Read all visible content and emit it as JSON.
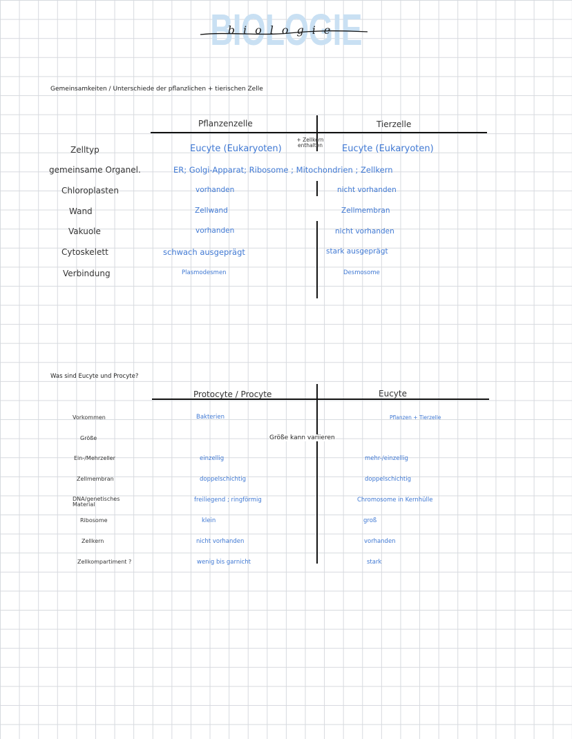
{
  "header": {
    "title": "BIOLOGIE",
    "script_title": "biologie"
  },
  "section1": {
    "heading": "Gemeinsamkeiten / Unterschiede der pflanzlichen + tierischen Zelle",
    "col_plant": "Pflanzenzelle",
    "col_animal": "Tierzelle",
    "nucleus_note": "+ Zellkern enthalten",
    "rows": [
      {
        "label": "Zelltyp",
        "plant": "Eucyte (Eukaryoten)",
        "animal": "Eucyte (Eukaryoten)"
      },
      {
        "label": "gemeinsame Organel.",
        "span": "ER; Golgi-Apparat; Ribosome ; Mitochondrien ; Zellkern"
      },
      {
        "label": "Chloroplasten",
        "plant": "vorhanden",
        "animal": "nicht vorhanden"
      },
      {
        "label": "Wand",
        "plant": "Zellwand",
        "animal": "Zellmembran"
      },
      {
        "label": "Vakuole",
        "plant": "vorhanden",
        "animal": "nicht vorhanden"
      },
      {
        "label": "Cytoskelett",
        "plant": "schwach ausgeprägt",
        "animal": "stark ausgeprägt"
      },
      {
        "label": "Verbindung",
        "plant": "Plasmodesmen",
        "animal": "Desmosome"
      }
    ]
  },
  "section2": {
    "heading": "Was sind Eucyte und Procyte?",
    "col_pro": "Protocyte / Procyte",
    "col_eu": "Eucyte",
    "size_note": "Größe kann variieren",
    "rows": [
      {
        "label": "Vorkommen",
        "pro": "Bakterien",
        "eu": "Pflanzen + Tierzelle"
      },
      {
        "label": "Größe"
      },
      {
        "label": "Ein-/Mehrzeller",
        "pro": "einzellig",
        "eu": "mehr-/einzellig"
      },
      {
        "label": "Zellmembran",
        "pro": "doppelschichtig",
        "eu": "doppelschichtig"
      },
      {
        "label": "DNA/genetisches Material",
        "pro": "freiliegend ; ringförmig",
        "eu": "Chromosome in Kernhülle"
      },
      {
        "label": "Ribosome",
        "pro": "klein",
        "eu": "groß"
      },
      {
        "label": "Zellkern",
        "pro": "nicht vorhanden",
        "eu": "vorhanden"
      },
      {
        "label": "Zellkompartiment ?",
        "pro": "wenig bis garnicht",
        "eu": "stark"
      }
    ]
  }
}
